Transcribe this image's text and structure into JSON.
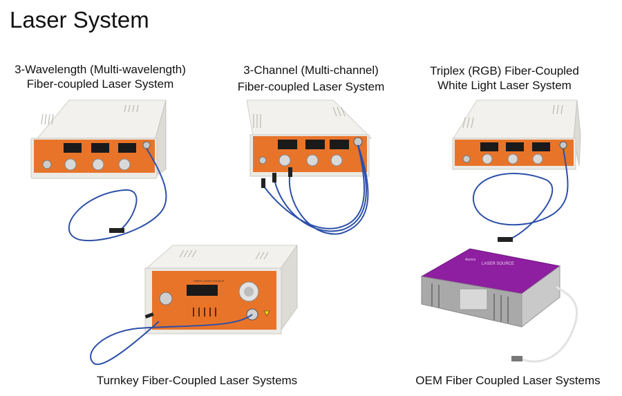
{
  "page": {
    "title": "Laser System"
  },
  "products": [
    {
      "line1": "3-Wavelength (Multi-wavelength)",
      "line2": "Fiber-coupled Laser System",
      "channels": 3
    },
    {
      "line1": "3-Channel (Multi-channel)",
      "line2": "Fiber-coupled Laser System",
      "channels": 3,
      "fibers": 3
    },
    {
      "line1": "Triplex (RGB) Fiber-Coupled",
      "line2": "White Light Laser System",
      "channels": 3
    },
    {
      "line1": "Turnkey Fiber-Coupled Laser Systems",
      "panel_text": "FIBER LASER SOURCE"
    },
    {
      "line1": "OEM Fiber Coupled Laser Systems",
      "label": "LASER SOURCE",
      "brand": "Aurora"
    }
  ],
  "colors": {
    "panel": "#e8742a",
    "body": "#ecebe6",
    "fiber": "#2c4fa8",
    "oem": "#8e1fa0",
    "whitefiber": "#e9e9e9"
  }
}
